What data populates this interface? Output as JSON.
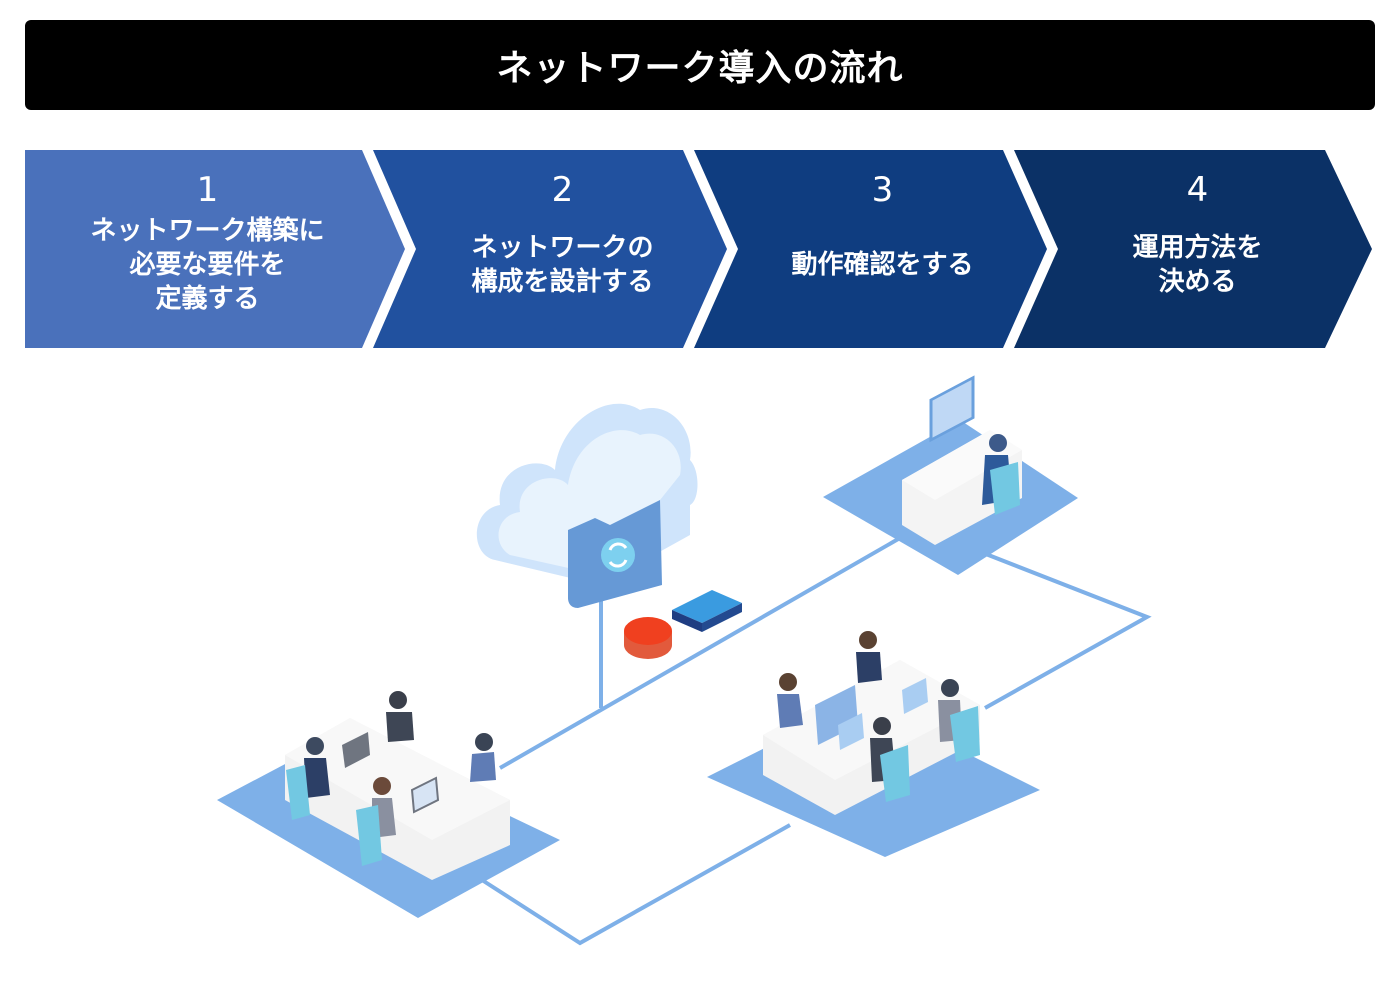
{
  "title": "ネットワーク導入の流れ",
  "steps": [
    {
      "number": "1",
      "label": "ネットワーク構築に\n必要な要件を\n定義する",
      "color": "#4a71bb"
    },
    {
      "number": "2",
      "label": "ネットワークの\n構成を設計する",
      "color": "#21519f"
    },
    {
      "number": "3",
      "label": "動作確認をする",
      "color": "#0f3d80"
    },
    {
      "number": "4",
      "label": "運用方法を\n決める",
      "color": "#0b3166"
    }
  ],
  "illustration": {
    "nodes": [
      {
        "name": "cloud-storage",
        "items": [
          "folder-sync"
        ]
      },
      {
        "name": "network-devices",
        "items": [
          "router",
          "switch-hub"
        ]
      },
      {
        "name": "office-single-desk",
        "people": 1
      },
      {
        "name": "office-team-left",
        "people": 4
      },
      {
        "name": "office-team-right",
        "people": 4
      }
    ],
    "colors": {
      "line": "#7eb0e8",
      "floor": "#7eb0e8",
      "cloud": "#cfe4fb",
      "folder": "#6699d6",
      "router": "#e8452c",
      "switch": "#2a82cf"
    }
  }
}
